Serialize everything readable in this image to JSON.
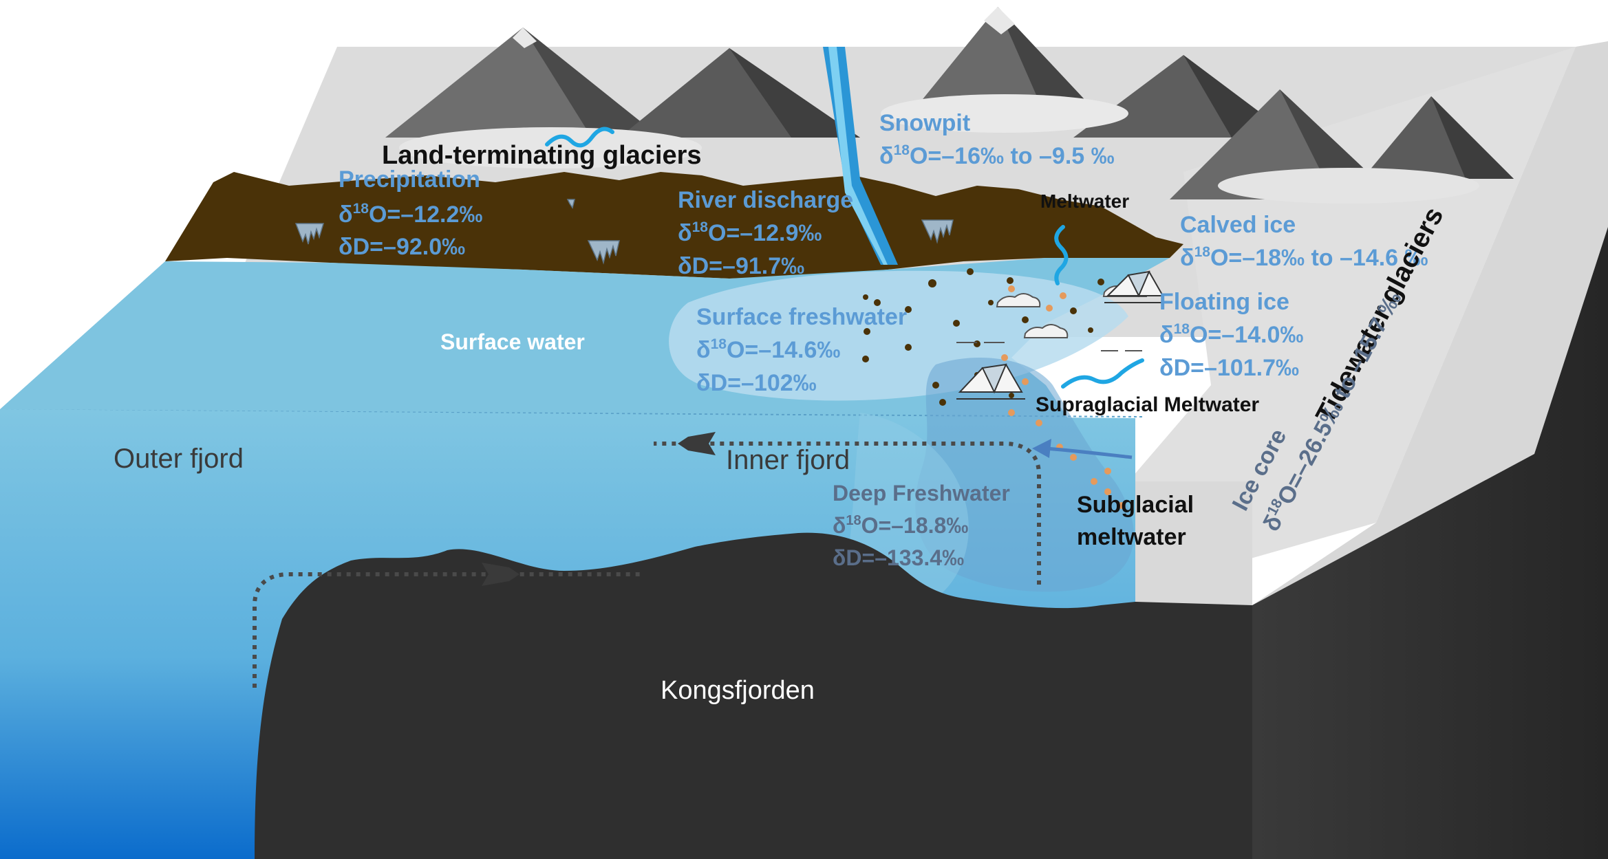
{
  "diagram": {
    "land_terminating": "Land-terminating glaciers",
    "precipitation": {
      "title": "Precipitation",
      "d18o_prefix": "δ",
      "d18o_sup": "18",
      "d18o_value": "O=–12.2‰",
      "dd": "δD=–92.0‰"
    },
    "river": {
      "title": "River discharge",
      "d18o_prefix": "δ",
      "d18o_sup": "18",
      "d18o_value": "O=–12.9‰",
      "dd": "δD=–91.7‰"
    },
    "snowpit": {
      "title": "Snowpit",
      "d18o_prefix": "δ",
      "d18o_sup": "18",
      "d18o_value": "O=–16‰ to –9.5 ‰"
    },
    "meltwater": "Meltwater",
    "calved_ice": {
      "title": "Calved ice",
      "d18o_prefix": "δ",
      "d18o_sup": "18",
      "d18o_value": "O=–18‰ to –14.6 ‰"
    },
    "floating_ice": {
      "title": "Floating ice",
      "d18o_prefix": "δ",
      "d18o_sup": "18",
      "d18o_value": "O=–14.0‰",
      "dd": "δD=–101.7‰"
    },
    "surface_freshwater": {
      "title": "Surface freshwater",
      "d18o_prefix": "δ",
      "d18o_sup": "18",
      "d18o_value": "O=–14.6‰",
      "dd": "δD=–102‰"
    },
    "surface_water": "Surface water",
    "supraglacial": "Supraglacial Meltwater",
    "outer_fjord": "Outer fjord",
    "inner_fjord": "Inner fjord",
    "deep_freshwater": {
      "title": "Deep Freshwater",
      "d18o_prefix": "δ",
      "d18o_sup": "18",
      "d18o_value": "O=–18.8‰",
      "dd": "δD=–133.4‰"
    },
    "subglacial_line1": "Subglacial",
    "subglacial_line2": "meltwater",
    "tidewater": "Tidewater glaciers",
    "ice_core": {
      "title": "Ice core",
      "d18o_prefix": "δ",
      "d18o_sup": "18",
      "d18o_value": "O=–26.5‰ to –15.7 ‰"
    },
    "kongsfjorden": "Kongsfjorden"
  },
  "colors": {
    "water_top": "#7ec4e0",
    "water_front": "#80c6e2",
    "deep_blue": "#0f6fcc",
    "soil": "#4a3208",
    "seabed": "#2f2f2f",
    "ice_light": "#d9d9d9",
    "label_blue": "#5b9bd5"
  }
}
